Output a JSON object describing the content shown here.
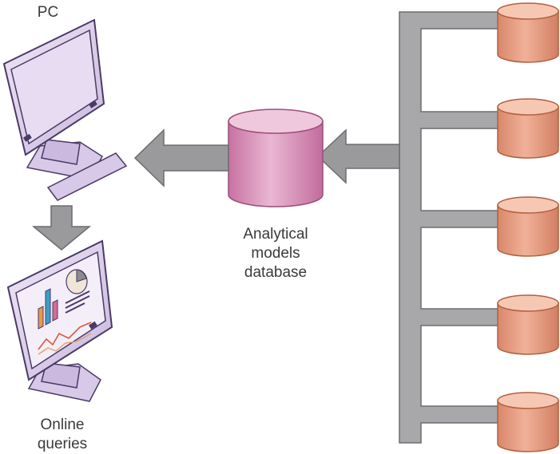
{
  "labels": {
    "pc": "PC",
    "analytical_line1": "Analytical",
    "analytical_line2": "models",
    "analytical_line3": "database",
    "online_line1": "Online",
    "online_line2": "queries"
  },
  "colors": {
    "bus_fill": "#a8a8aa",
    "bus_stroke": "#6d6d70",
    "arrow_fill": "#9a9a9c",
    "db_source_fill": "#e59a7c",
    "db_source_top": "#f6c7b3",
    "db_source_stroke": "#b0603f",
    "db_central_fill": "#d98ab5",
    "db_central_top": "#f0c8dd",
    "db_central_stroke": "#9a4f7a",
    "monitor_fill": "#ddd0ea",
    "monitor_stroke": "#4a3a66",
    "screen_fill": "#e8dcf2"
  },
  "icons": {
    "source_databases": [
      "database-icon",
      "database-icon",
      "database-icon",
      "database-icon",
      "database-icon"
    ],
    "central_database": "database-icon",
    "pc": "computer-icon",
    "dashboard": "chart-monitor-icon"
  }
}
